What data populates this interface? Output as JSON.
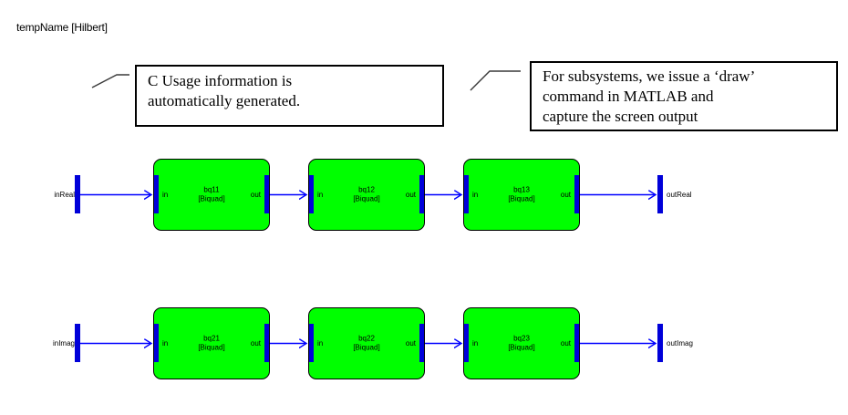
{
  "window": {
    "title": "tempName [Hilbert]"
  },
  "annotations": [
    {
      "lines": [
        "C Usage information is",
        "automatically generated."
      ]
    },
    {
      "lines": [
        "For subsystems, we issue a ‘draw’",
        "command in MATLAB and",
        "capture the screen output"
      ]
    }
  ],
  "diagram": {
    "port_in_label": "in",
    "port_out_label": "out",
    "rows": [
      {
        "input_label": "inReal",
        "output_label": "outReal",
        "blocks": [
          {
            "name": "bq11",
            "sub": "[Biquad]"
          },
          {
            "name": "bq12",
            "sub": "[Biquad]"
          },
          {
            "name": "bq13",
            "sub": "[Biquad]"
          }
        ]
      },
      {
        "input_label": "inImag",
        "output_label": "outImag",
        "blocks": [
          {
            "name": "bq21",
            "sub": "[Biquad]"
          },
          {
            "name": "bq22",
            "sub": "[Biquad]"
          },
          {
            "name": "bq23",
            "sub": "[Biquad]"
          }
        ]
      }
    ]
  },
  "colors": {
    "block_fill": "#00ff00",
    "signal_line": "#0000ff",
    "port_bar": "#0000d9",
    "annotation_border": "#000000",
    "leader_line": "#3a3a3a"
  }
}
